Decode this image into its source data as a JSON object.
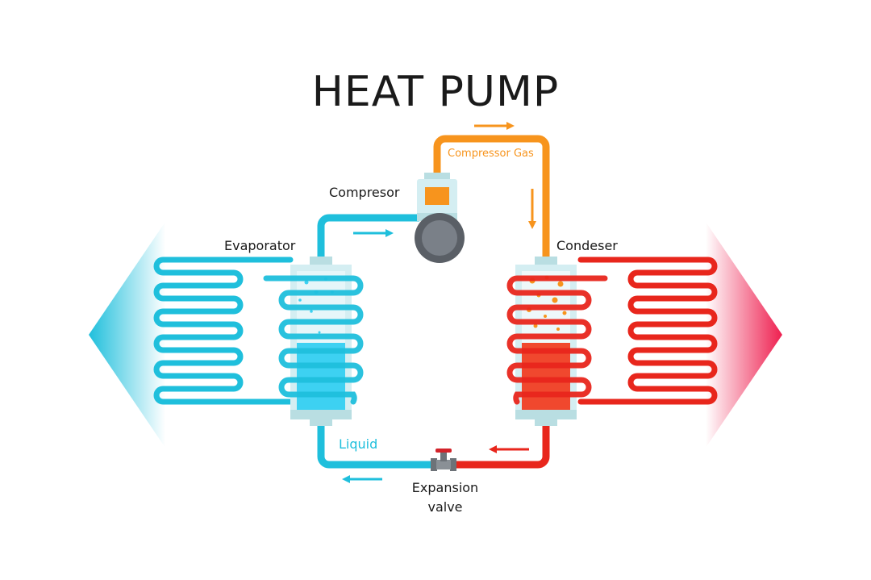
{
  "title": "HEAT PUMP",
  "labels": {
    "compressor": "Compresor",
    "compressor_gas": "Compressor Gas",
    "evaporator": "Evaporator",
    "condenser": "Condeser",
    "liquid": "Liquid",
    "expansion_valve_line1": "Expansion",
    "expansion_valve_line2": "valve"
  },
  "colors": {
    "cold": "#1fbfdc",
    "hot": "#e8261c",
    "gas": "#f7941d",
    "cold_liquid": "#3dd1f2",
    "hot_liquid": "#f0482e",
    "vessel_glass": "#d4eef2",
    "vessel_cap": "#b9dee2",
    "compressor_body": "#5a5f66",
    "valve_handle": "#d2232a",
    "text": "#1a1a1a"
  },
  "icons": {
    "cold_air_arrow": "left-arrow-gradient",
    "hot_air_arrow": "right-arrow-gradient",
    "flow_arrow": "small-arrow"
  }
}
